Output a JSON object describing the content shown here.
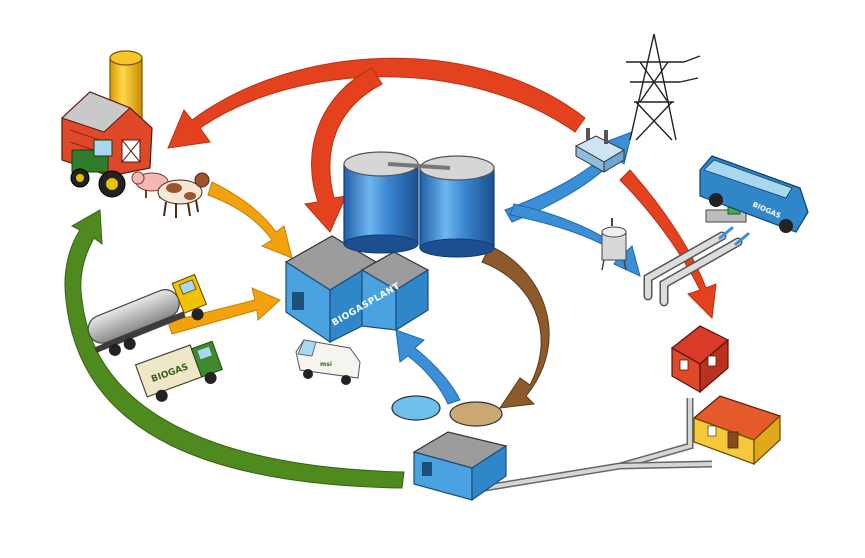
{
  "labels": {
    "plant_sign": "BIOGASPLANT",
    "bus_sign": "BIOGAS",
    "truck_sign": "BIOGAS",
    "van_sign": "msi"
  },
  "colors": {
    "red_arrow": "#e4421f",
    "orange_arrow": "#f2a20c",
    "blue_arrow": "#3a8fd6",
    "brown_arrow": "#8c5a2b",
    "green_arrow": "#4f8a1e",
    "building_blue": "#4aa3e0",
    "roof_grey": "#9c9c9c",
    "tank_blue": "#3b86d1"
  },
  "icons": [
    "farm-barn-icon",
    "silo-icon",
    "tractor-icon",
    "pig-icon",
    "cow-icon",
    "tanker-truck-icon",
    "garbage-truck-icon",
    "van-icon",
    "biogas-plant-icon",
    "digester-tanks-icon",
    "power-pylon-icon",
    "power-generator-icon",
    "bus-icon",
    "fuel-pump-icon",
    "upgrading-vessel-icon",
    "gas-pipes-icon",
    "red-house-icon",
    "yellow-house-icon",
    "wastewater-plant-icon",
    "pipeline-icon"
  ]
}
